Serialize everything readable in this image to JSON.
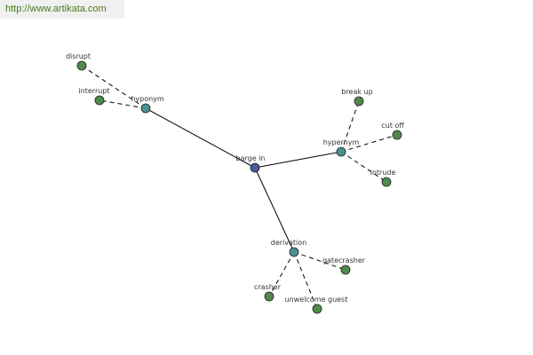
{
  "watermark": {
    "text": "http://www.artikata.com"
  },
  "colors": {
    "center": "#4a5a9a",
    "category": "#4a9090",
    "leaf": "#4f8a4a",
    "watermark_text": "#4a7a1f"
  },
  "graph": {
    "center": {
      "id": "barge-in",
      "label": "barge in"
    },
    "categories": [
      {
        "id": "hyponym",
        "label": "hyponym"
      },
      {
        "id": "hypernym",
        "label": "hypernym"
      },
      {
        "id": "derivation",
        "label": "derivation"
      }
    ],
    "leaves": [
      {
        "id": "disrupt",
        "label": "disrupt",
        "parent": "hyponym"
      },
      {
        "id": "interrupt",
        "label": "interrupt",
        "parent": "hyponym"
      },
      {
        "id": "break-up",
        "label": "break up",
        "parent": "hypernym"
      },
      {
        "id": "cut-off",
        "label": "cut off",
        "parent": "hypernym"
      },
      {
        "id": "intrude",
        "label": "intrude",
        "parent": "hypernym"
      },
      {
        "id": "gatecrasher",
        "label": "gatecrasher",
        "parent": "derivation"
      },
      {
        "id": "crasher",
        "label": "crasher",
        "parent": "derivation"
      },
      {
        "id": "unwelcome-guest",
        "label": "unwelcome guest",
        "parent": "derivation"
      }
    ]
  }
}
